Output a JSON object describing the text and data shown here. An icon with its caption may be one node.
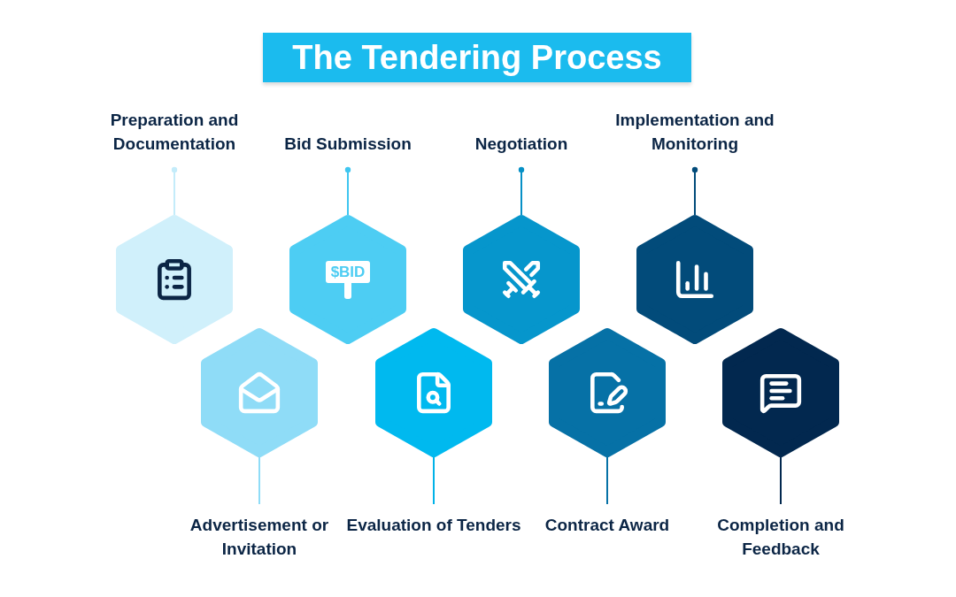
{
  "diagram": {
    "title": "The Tendering Process",
    "nodes": [
      {
        "text": [
          "Preparation and Documentation"
        ]
      },
      {
        "text": [
          "Bid Submission"
        ]
      },
      {
        "text": [
          "Negotiation"
        ]
      },
      {
        "text": [
          "Implementation and Monitoring"
        ]
      },
      {
        "text": [],
        "shape": "hexagon"
      },
      {
        "text": [],
        "shape": "hexagon"
      },
      {
        "text": [
          "$BID"
        ]
      },
      {
        "text": [],
        "shape": "hexagon"
      },
      {
        "text": [],
        "shape": "hexagon"
      },
      {
        "text": [],
        "shape": "hexagon"
      },
      {
        "text": [],
        "shape": "hexagon"
      },
      {
        "text": [],
        "shape": "hexagon"
      },
      {
        "text": [
          "Advertisement or Invitation"
        ]
      },
      {
        "text": [
          "Evaluation of Tenders"
        ]
      },
      {
        "text": [
          "Contract Award"
        ]
      },
      {
        "text": [
          "Completion and Feedback"
        ]
      }
    ],
    "edges": [
      {
        "from": 0,
        "to": 4,
        "arrow": "other",
        "color": "#c4ecfa"
      },
      {
        "from": 1,
        "to": 6,
        "arrow": "other",
        "color": "#3fc6f0"
      },
      {
        "from": 2,
        "to": 8,
        "arrow": "other",
        "color": "#0690c6"
      },
      {
        "from": 3,
        "to": 10,
        "arrow": "other",
        "color": "#024b7a"
      },
      {
        "from": 12,
        "to": 5,
        "arrow": "none",
        "color": "#8fdcf7"
      },
      {
        "from": 13,
        "to": 7,
        "arrow": "none",
        "color": "#00b2e8"
      },
      {
        "from": 14,
        "to": 9,
        "arrow": "none",
        "color": "#0671a6"
      },
      {
        "from": 15,
        "to": 11,
        "arrow": "none",
        "color": "#02284f"
      }
    ]
  }
}
